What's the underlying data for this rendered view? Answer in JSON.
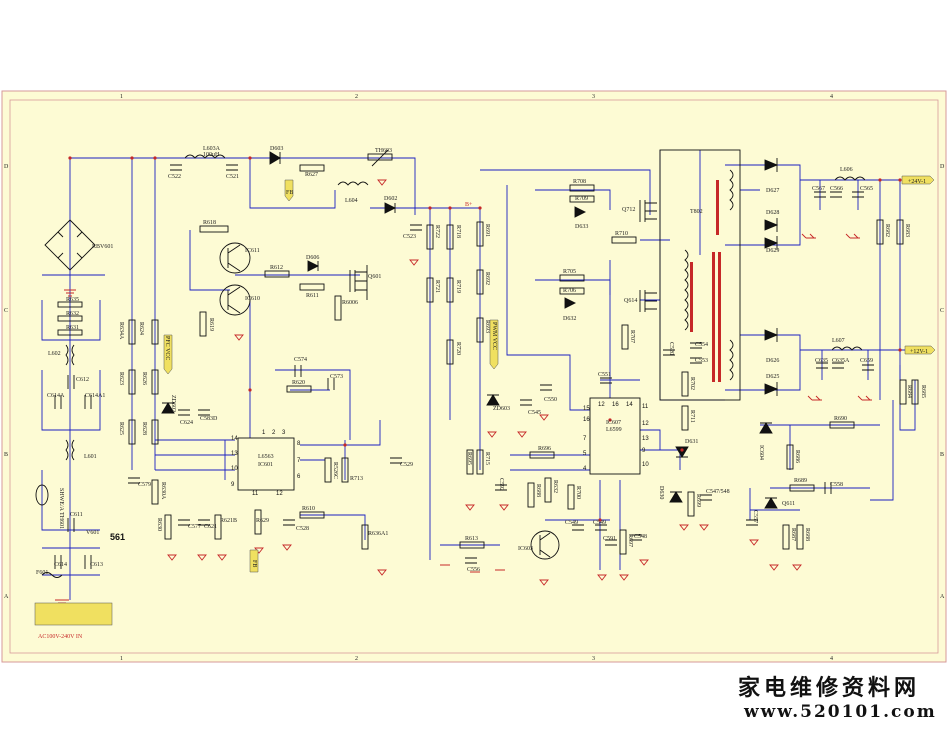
{
  "sheet": {
    "colors": {
      "paper": "#fdfbd4",
      "wire": "#1a1fc0",
      "part": "#111111",
      "accent": "#c62828",
      "frame": "#d69a9a"
    },
    "columns": [
      "1",
      "2",
      "3",
      "4"
    ],
    "rows": [
      "D",
      "C",
      "B",
      "A"
    ],
    "input_label": "AC100V-240V IN",
    "badge": "561"
  },
  "labels": {
    "L603A": "L603A",
    "L603A_val": "100uH",
    "C522": "C522",
    "C521": "C521",
    "D603": "D603",
    "R627": "R627",
    "TH603": "TH603",
    "L604": "L604",
    "D602": "D602",
    "FB": "FB",
    "Bplus": "B+",
    "RBV601": "RBV601",
    "R635": "R635",
    "R632": "R632",
    "R631": "R631",
    "L602": "L602",
    "C612": "C612",
    "C614A": "C614A",
    "C614A1": "C614A1",
    "L601": "L601",
    "C611": "C611",
    "V601": "V601",
    "C614": "C614",
    "C613": "C613",
    "F601": "F601",
    "TH601": "SHWE/A TH601",
    "R618": "R618",
    "IC611": "IC611",
    "IC610": "IC610",
    "R612": "R612",
    "D606": "D606",
    "R611": "R611",
    "R6006": "R6006",
    "Q601": "Q601",
    "R619": "R619",
    "R624": "R624",
    "R623": "R623",
    "R634A": "R634A",
    "R625": "R625",
    "R626": "R626",
    "R628": "R628",
    "PFC_VCC": "PFC VCC",
    "ZD602": "ZD602",
    "C624": "C624",
    "C583D": "C583D",
    "C574": "C574",
    "R620": "R620",
    "C573": "C573",
    "IC601": "IC601",
    "L6563": "L6563",
    "C579": "C579",
    "R630A": "R630A",
    "R630": "R630",
    "C577": "C577",
    "C621": "C621",
    "R621B": "R621B",
    "R629": "R629",
    "R610": "R610",
    "C528": "C528",
    "R526C": "R526C",
    "R713": "R713",
    "R636A1": "R636A1",
    "C529": "C529",
    "C523": "C523",
    "R722": "R722",
    "R718": "R718",
    "R719": "R719",
    "R720": "R720",
    "R721": "R721",
    "R691": "R691",
    "R692": "R692",
    "R693": "R693",
    "PWM_VCC": "PWM VCC",
    "ZD603": "ZD603",
    "C545": "C545",
    "C550": "C550",
    "R695": "R695",
    "R715": "R715",
    "C592": "C592",
    "R696": "R696",
    "R708": "R708",
    "R709": "R709",
    "D633": "D633",
    "Q712": "Q712",
    "R710": "R710",
    "R705": "R705",
    "R706": "R706",
    "D632": "D632",
    "Q614": "Q614",
    "R707": "R707",
    "C551": "C551",
    "IC607": "IC607",
    "L6599": "L6599",
    "R688": "R688",
    "R632b": "R632",
    "R700": "R700",
    "C549": "C549",
    "IC603": "IC603",
    "C549b": "C549",
    "C591": "C591",
    "C548": "C548",
    "R697": "R697",
    "R613": "R613",
    "C556": "C556",
    "T802": "T802",
    "C520": "C520",
    "C554": "C554",
    "C553": "C553",
    "R702": "R702",
    "R711": "R711",
    "D631": "D631",
    "D630": "D630",
    "R699": "R699",
    "C547": "C547/548",
    "D627": "D627",
    "D628": "D628",
    "D629": "D629",
    "L606": "L606",
    "C567": "C567",
    "C566": "C566",
    "C565": "C565",
    "R682": "R682",
    "R683": "R683",
    "out24": "+24V-1",
    "D626": "D626",
    "D625": "D625",
    "L607": "L607",
    "C635": "C635",
    "C635A": "C635A",
    "C659": "C659",
    "out12": "+12V-1",
    "R685": "R685",
    "R684": "R684",
    "R690": "R690",
    "IC604": "IC604",
    "R686": "R686",
    "R689": "R689",
    "C558": "C558",
    "Q611": "Q611",
    "C557": "C557",
    "R687": "R687",
    "R688b": "R688"
  },
  "watermark": {
    "line1": "家电维修资料网",
    "line2": "www.520101.com"
  }
}
